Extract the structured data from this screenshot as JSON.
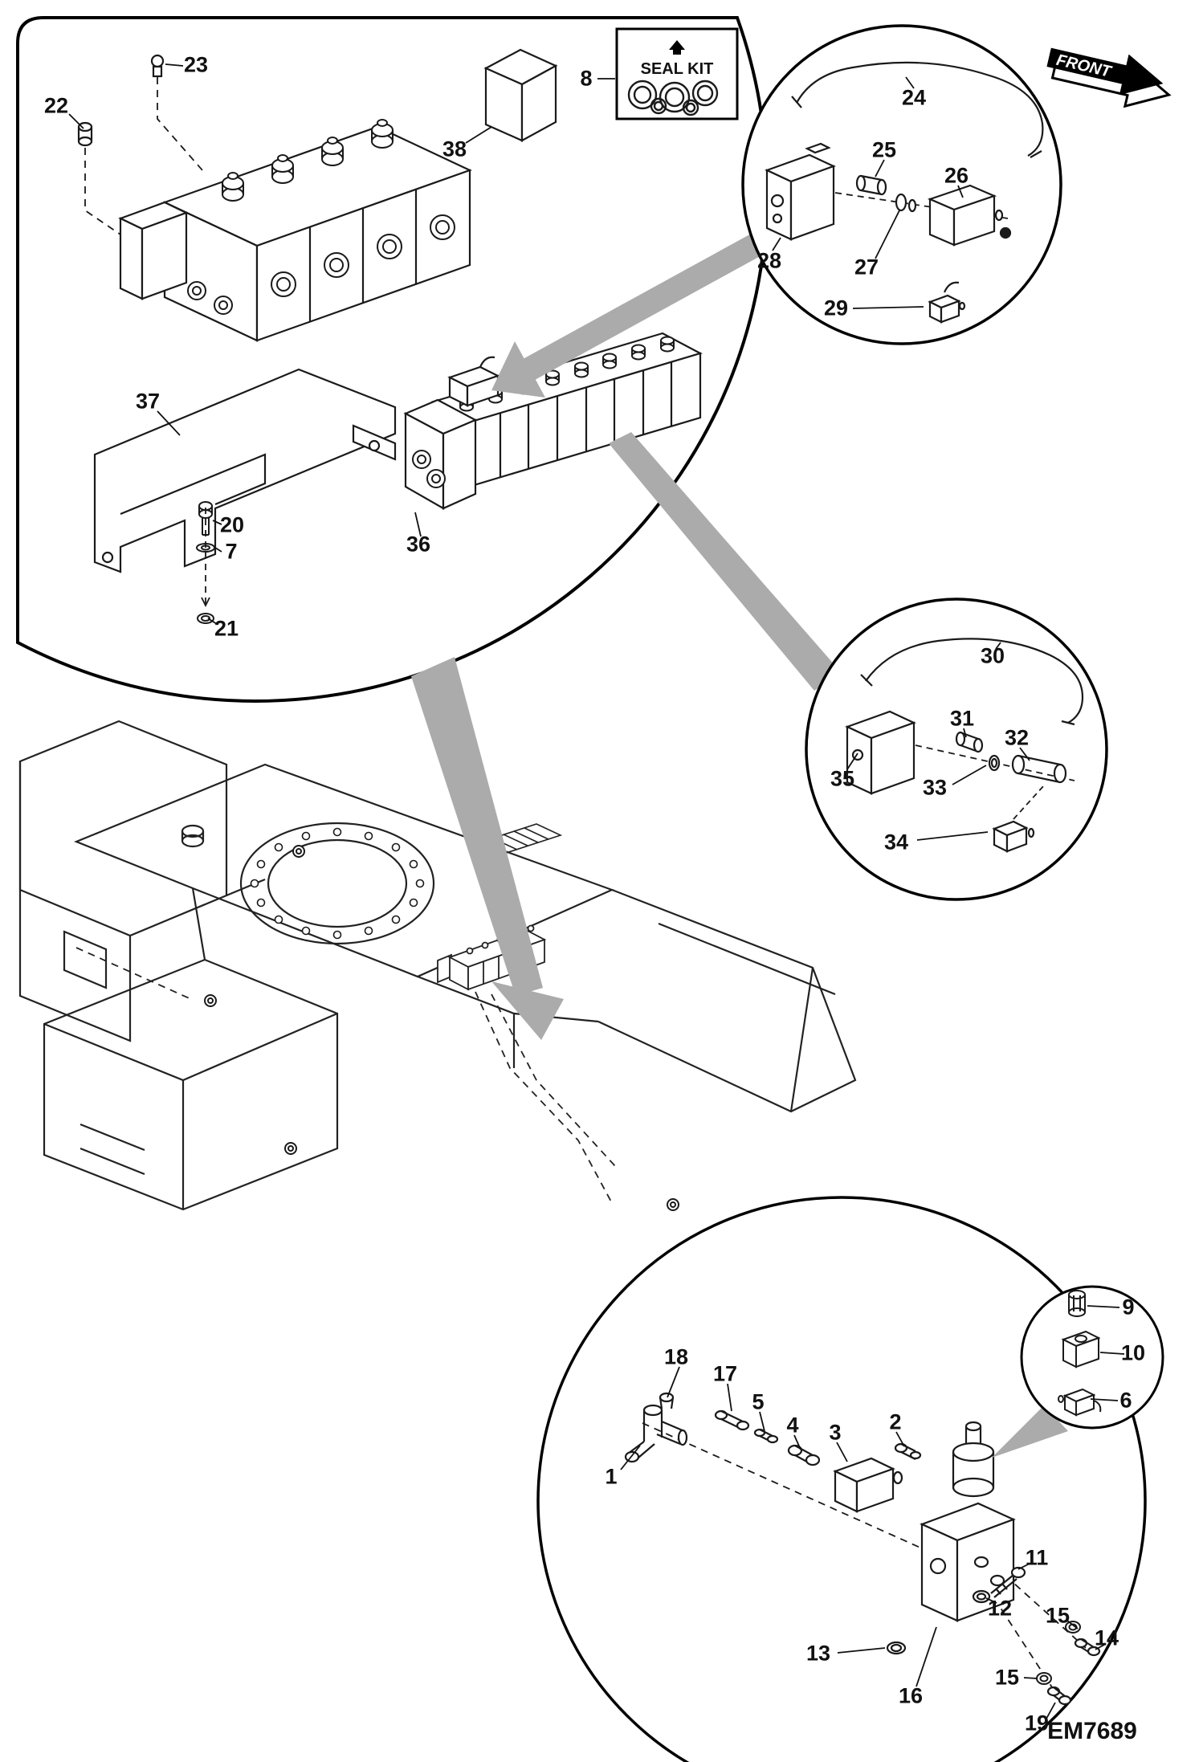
{
  "page": {
    "drawing_code": "EM7689",
    "front_label": "FRONT",
    "seal_kit_label": "SEAL KIT"
  },
  "callouts": {
    "c1": "1",
    "c2": "2",
    "c3": "3",
    "c4": "4",
    "c5": "5",
    "c6": "6",
    "c7": "7",
    "c8": "8",
    "c9": "9",
    "c10": "10",
    "c11": "11",
    "c12": "12",
    "c13": "13",
    "c14": "14",
    "c15": "15",
    "c16": "16",
    "c17": "17",
    "c18": "18",
    "c19": "19",
    "c20": "20",
    "c21": "21",
    "c22": "22",
    "c23": "23",
    "c24": "24",
    "c25": "25",
    "c26": "26",
    "c27": "27",
    "c28": "28",
    "c29": "29",
    "c30": "30",
    "c31": "31",
    "c32": "32",
    "c33": "33",
    "c34": "34",
    "c35": "35",
    "c36": "36",
    "c37": "37",
    "c38": "38"
  }
}
